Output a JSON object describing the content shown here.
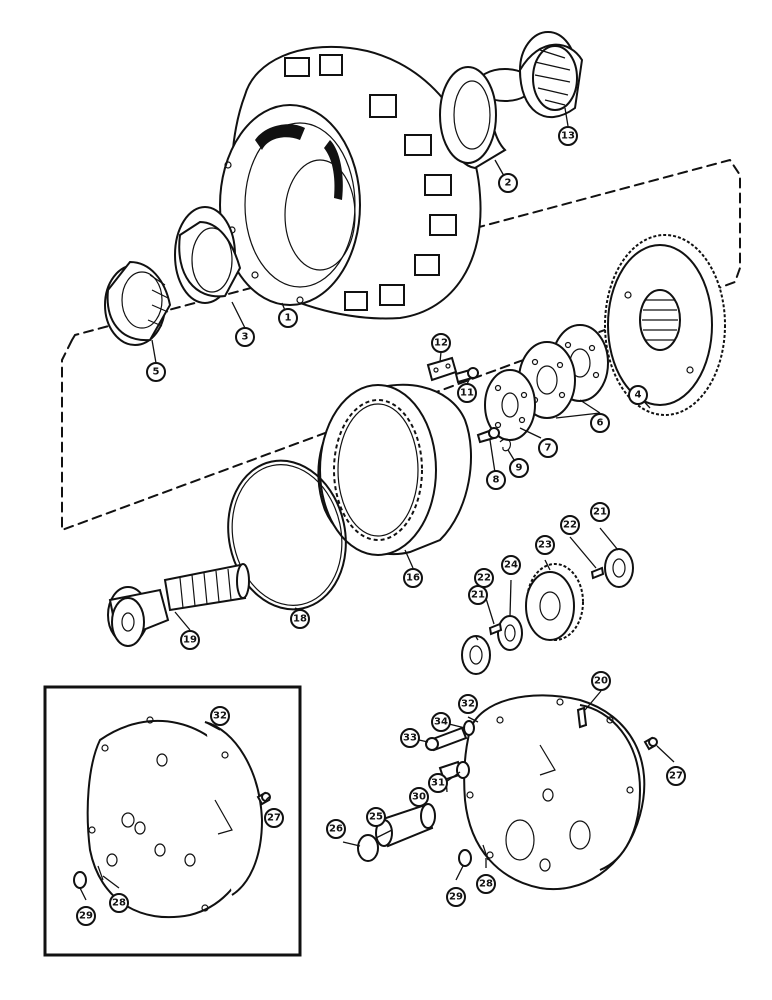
{
  "callouts": [
    {
      "id": "c1",
      "label": "1"
    },
    {
      "id": "c2",
      "label": "2"
    },
    {
      "id": "c3",
      "label": "3"
    },
    {
      "id": "c4",
      "label": "4"
    },
    {
      "id": "c5",
      "label": "5"
    },
    {
      "id": "c6",
      "label": "6"
    },
    {
      "id": "c7",
      "label": "7"
    },
    {
      "id": "c8",
      "label": "8"
    },
    {
      "id": "c9",
      "label": "9"
    },
    {
      "id": "c11",
      "label": "11"
    },
    {
      "id": "c12",
      "label": "12"
    },
    {
      "id": "c13",
      "label": "13"
    },
    {
      "id": "c16",
      "label": "16"
    },
    {
      "id": "c18",
      "label": "18"
    },
    {
      "id": "c19",
      "label": "19"
    },
    {
      "id": "c20",
      "label": "20"
    },
    {
      "id": "c21a",
      "label": "21"
    },
    {
      "id": "c21b",
      "label": "21"
    },
    {
      "id": "c22a",
      "label": "22"
    },
    {
      "id": "c22b",
      "label": "22"
    },
    {
      "id": "c23",
      "label": "23"
    },
    {
      "id": "c24",
      "label": "24"
    },
    {
      "id": "c25",
      "label": "25"
    },
    {
      "id": "c26",
      "label": "26"
    },
    {
      "id": "c27a",
      "label": "27"
    },
    {
      "id": "c27b",
      "label": "27"
    },
    {
      "id": "c28a",
      "label": "28"
    },
    {
      "id": "c28b",
      "label": "28"
    },
    {
      "id": "c29a",
      "label": "29"
    },
    {
      "id": "c29b",
      "label": "29"
    },
    {
      "id": "c30",
      "label": "30"
    },
    {
      "id": "c31",
      "label": "31"
    },
    {
      "id": "c32a",
      "label": "32"
    },
    {
      "id": "c32b",
      "label": "32"
    },
    {
      "id": "c33",
      "label": "33"
    },
    {
      "id": "c34",
      "label": "34"
    }
  ]
}
